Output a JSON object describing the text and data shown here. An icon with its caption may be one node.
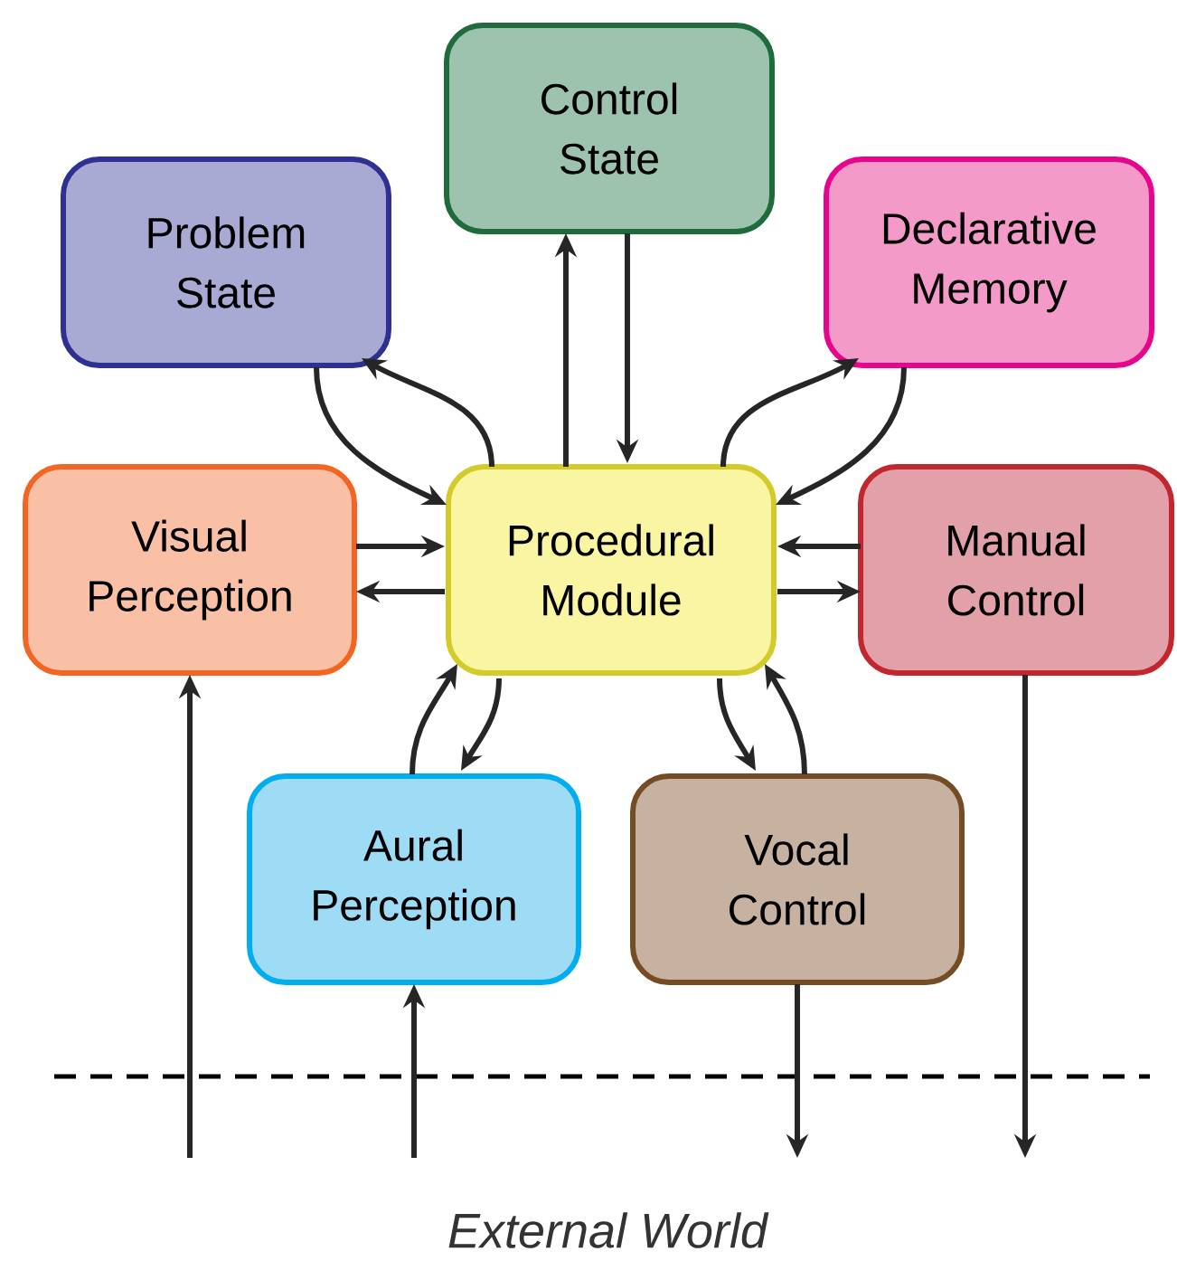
{
  "diagram": {
    "nodes": [
      {
        "text": [
          "Control State"
        ]
      },
      {
        "text": [
          "Problem State"
        ]
      },
      {
        "text": [
          "Declarative Memory"
        ]
      },
      {
        "text": [
          "Visual Perception"
        ]
      },
      {
        "text": [
          "Procedural Module"
        ]
      },
      {
        "text": [
          "Manual Control"
        ]
      },
      {
        "text": [
          "Aural Perception"
        ]
      },
      {
        "text": [
          "Vocal Control"
        ]
      }
    ],
    "edges": [
      {
        "from": 4,
        "to": 0,
        "arrow": "to"
      },
      {
        "from": 0,
        "to": 4,
        "arrow": "to"
      },
      {
        "from": 1,
        "to": 4,
        "arrow": "to"
      },
      {
        "from": 4,
        "to": 1,
        "arrow": "to"
      },
      {
        "from": 4,
        "to": 2,
        "arrow": "to"
      },
      {
        "from": 2,
        "to": 4,
        "arrow": "to"
      },
      {
        "from": 3,
        "to": 4,
        "arrow": "to"
      },
      {
        "from": 4,
        "to": 3,
        "arrow": "to"
      },
      {
        "from": 5,
        "to": 4,
        "arrow": "to"
      },
      {
        "from": 4,
        "to": 5,
        "arrow": "to"
      },
      {
        "from": 6,
        "to": 4,
        "arrow": "to"
      },
      {
        "from": 4,
        "to": 6,
        "arrow": "to"
      },
      {
        "from": 4,
        "to": 7,
        "arrow": "to"
      },
      {
        "from": 7,
        "to": 4,
        "arrow": "to"
      },
      {
        "from": null,
        "to": 3,
        "arrow": "to"
      },
      {
        "from": null,
        "to": 6,
        "arrow": "to"
      },
      {
        "from": 7,
        "to": null,
        "arrow": "to"
      },
      {
        "from": 5,
        "to": null,
        "arrow": "to"
      }
    ],
    "labels": [
      "External World"
    ]
  }
}
